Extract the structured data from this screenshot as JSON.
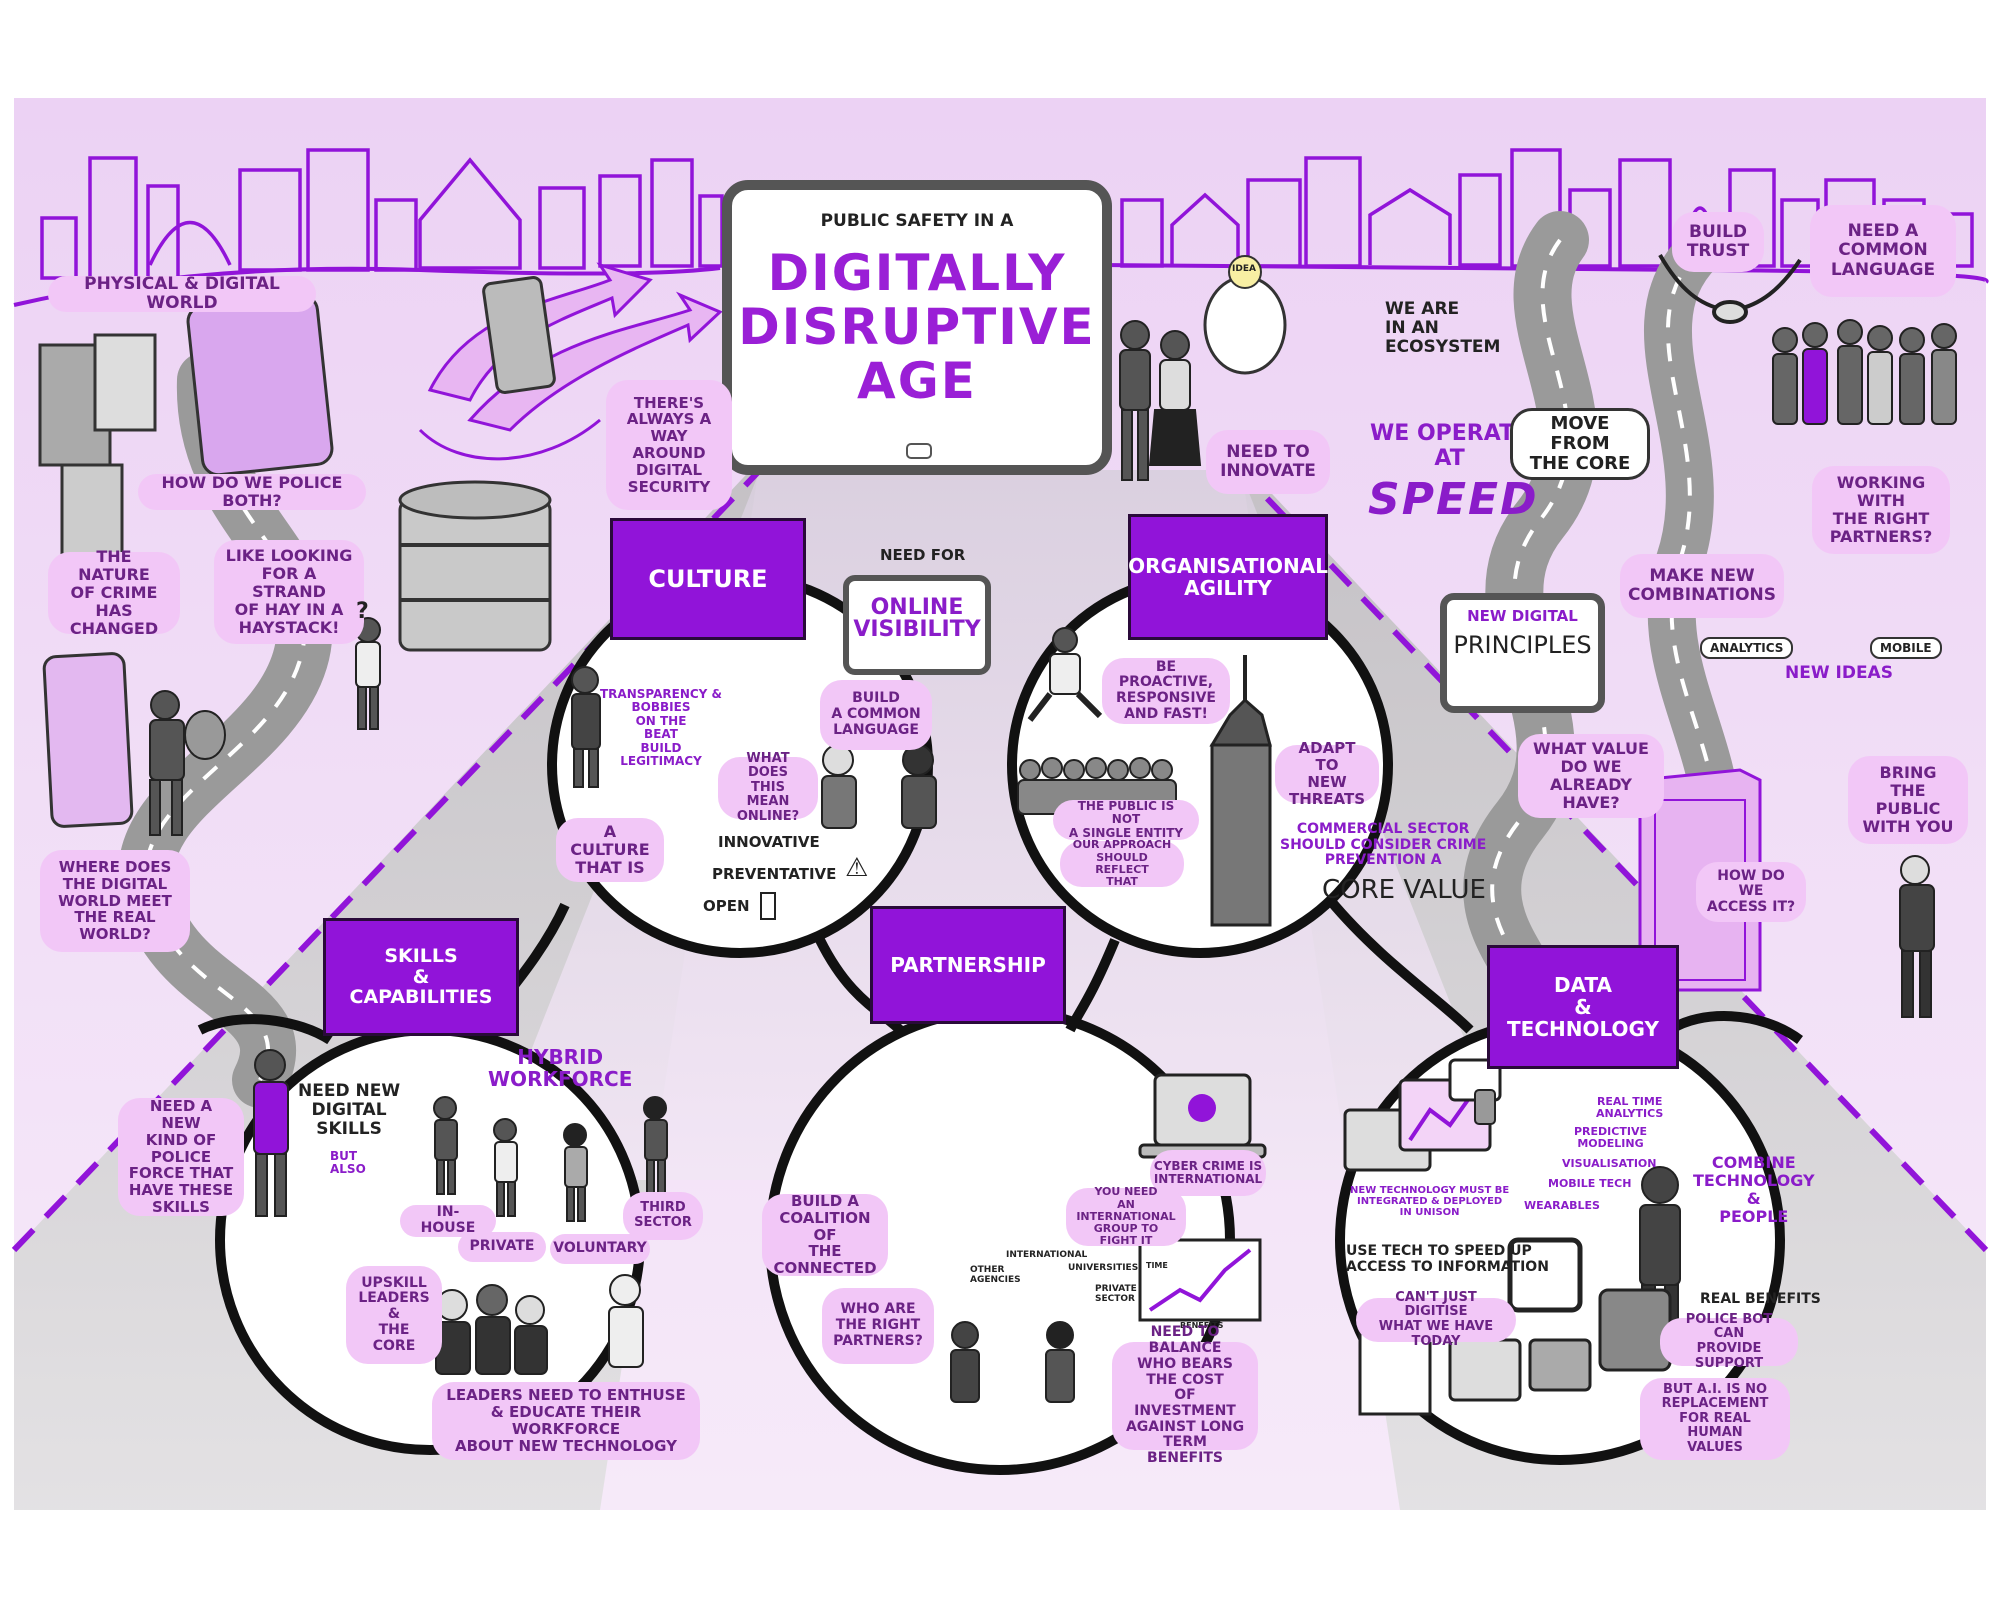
{
  "title": {
    "pretitle": "PUBLIC SAFETY IN A",
    "line1": "DIGITALLY",
    "line2": "DISRUPTIVE",
    "line3": "AGE"
  },
  "colors": {
    "accent": "#9114d9",
    "bubble": "#f2c7f7",
    "sky": "#eed8f5",
    "road": "#9a9a9a",
    "ink": "#222222"
  },
  "top": {
    "physical_digital": "PHYSICAL & DIGITAL WORLD",
    "police_both": "HOW DO WE POLICE BOTH?",
    "way_around": "THERE'S\nALWAYS A\nWAY AROUND\nDIGITAL\nSECURITY",
    "need_innovate": "NEED TO\nINNOVATE",
    "idea": "IDEA",
    "ecosystem": "WE ARE\nIN AN\nECOSYSTEM",
    "build_trust": "BUILD\nTRUST",
    "common_language_top": "NEED A\nCOMMON\nLANGUAGE",
    "right_partners_top": "WORKING WITH\nTHE RIGHT\nPARTNERS?",
    "operate_speed_a": "WE OPERATE\nAT",
    "operate_speed_b": "SPEED",
    "move_core": "MOVE FROM\nTHE CORE"
  },
  "left": {
    "nature_crime": "THE NATURE\nOF CRIME HAS\nCHANGED",
    "haystack": "LIKE LOOKING\nFOR A STRAND\nOF HAY IN A\nHAYSTACK!",
    "question": "?",
    "digital_meet": "WHERE DOES\nTHE DIGITAL\nWORLD MEET\nTHE REAL WORLD?"
  },
  "right": {
    "new_combinations": "MAKE NEW\nCOMBINATIONS",
    "analytics": "ANALYTICS",
    "mobile": "MOBILE",
    "new_ideas": "NEW IDEAS",
    "new_digital": "NEW DIGITAL",
    "principles": "PRINCIPLES",
    "what_value": "WHAT VALUE\nDO WE ALREADY\nHAVE?",
    "access_it": "HOW DO WE\nACCESS IT?",
    "bring_public": "BRING\nTHE PUBLIC\nWITH YOU"
  },
  "culture": {
    "sign": "CULTURE",
    "need_for": "NEED FOR",
    "online_visibility": "ONLINE\nVISIBILITY",
    "transparency": "TRANSPARENCY &\nBOBBIES\nON THE\nBEAT\nBUILD\nLEGITIMACY",
    "build_common": "BUILD\nA COMMON\nLANGUAGE",
    "what_online": "WHAT DOES\nTHIS MEAN\nONLINE?",
    "culture_is": "A CULTURE\nTHAT IS",
    "innovative": "INNOVATIVE",
    "preventative": "PREVENTATIVE",
    "open": "OPEN"
  },
  "agility": {
    "sign": "ORGANISATIONAL\nAGILITY",
    "proactive": "BE PROACTIVE,\nRESPONSIVE\nAND FAST!",
    "adapt": "ADAPT TO\nNEW\nTHREATS",
    "public_not_single": "THE PUBLIC IS NOT\nA SINGLE ENTITY",
    "approach": "OUR APPROACH\nSHOULD REFLECT\nTHAT",
    "commercial": "COMMERCIAL SECTOR\nSHOULD CONSIDER CRIME\nPREVENTION A",
    "core_value": "CORE VALUE"
  },
  "skills": {
    "sign": "SKILLS\n&\nCAPABILITIES",
    "new_kind": "NEED A NEW\nKIND OF POLICE\nFORCE THAT\nHAVE THESE\nSKILLS",
    "new_digital_skills": "NEED NEW\nDIGITAL\nSKILLS",
    "but_also": "BUT\nALSO",
    "hybrid": "HYBRID\nWORKFORCE",
    "in_house": "IN-HOUSE",
    "private": "PRIVATE",
    "voluntary": "VOLUNTARY",
    "third_sector": "THIRD\nSECTOR",
    "upskill": "UPSKILL\nLEADERS\n&\nTHE CORE",
    "leaders": "LEADERS NEED TO ENTHUSE\n& EDUCATE THEIR WORKFORCE\nABOUT NEW TECHNOLOGY"
  },
  "partnership": {
    "sign": "PARTNERSHIP",
    "coalition": "BUILD A\nCOALITION OF\nTHE CONNECTED",
    "cyber": "CYBER CRIME IS\nINTERNATIONAL",
    "international_group": "YOU NEED\nAN INTERNATIONAL\nGROUP TO FIGHT IT",
    "other_agencies": "OTHER\nAGENCIES",
    "international": "INTERNATIONAL",
    "universities": "UNIVERSITIES",
    "private_sector": "PRIVATE\nSECTOR",
    "right_partners": "WHO ARE\nTHE RIGHT\nPARTNERS?",
    "time": "TIME",
    "benefits": "BENEFITS",
    "balance": "NEED TO BALANCE\nWHO BEARS THE COST\nOF INVESTMENT\nAGAINST LONG TERM\nBENEFITS"
  },
  "data_tech": {
    "sign": "DATA\n&\nTECHNOLOGY",
    "real_time": "REAL TIME\nANALYTICS",
    "predictive": "PREDICTIVE\nMODELING",
    "visualisation": "VISUALISATION",
    "mobile_tech": "MOBILE TECH",
    "wearables": "WEARABLES",
    "integrated": "NEW TECHNOLOGY MUST BE\nINTEGRATED & DEPLOYED\nIN UNISON",
    "combine": "COMBINE\nTECHNOLOGY\n&\nPEOPLE",
    "speed_up": "USE TECH TO SPEED UP\nACCESS TO INFORMATION",
    "real_benefits": "REAL BENEFITS",
    "cant_digitise": "CAN'T JUST DIGITISE\nWHAT WE HAVE TODAY",
    "bot": "POLICE BOT CAN\nPROVIDE SUPPORT",
    "ai": "BUT A.I. IS NO\nREPLACEMENT\nFOR REAL HUMAN\nVALUES"
  }
}
